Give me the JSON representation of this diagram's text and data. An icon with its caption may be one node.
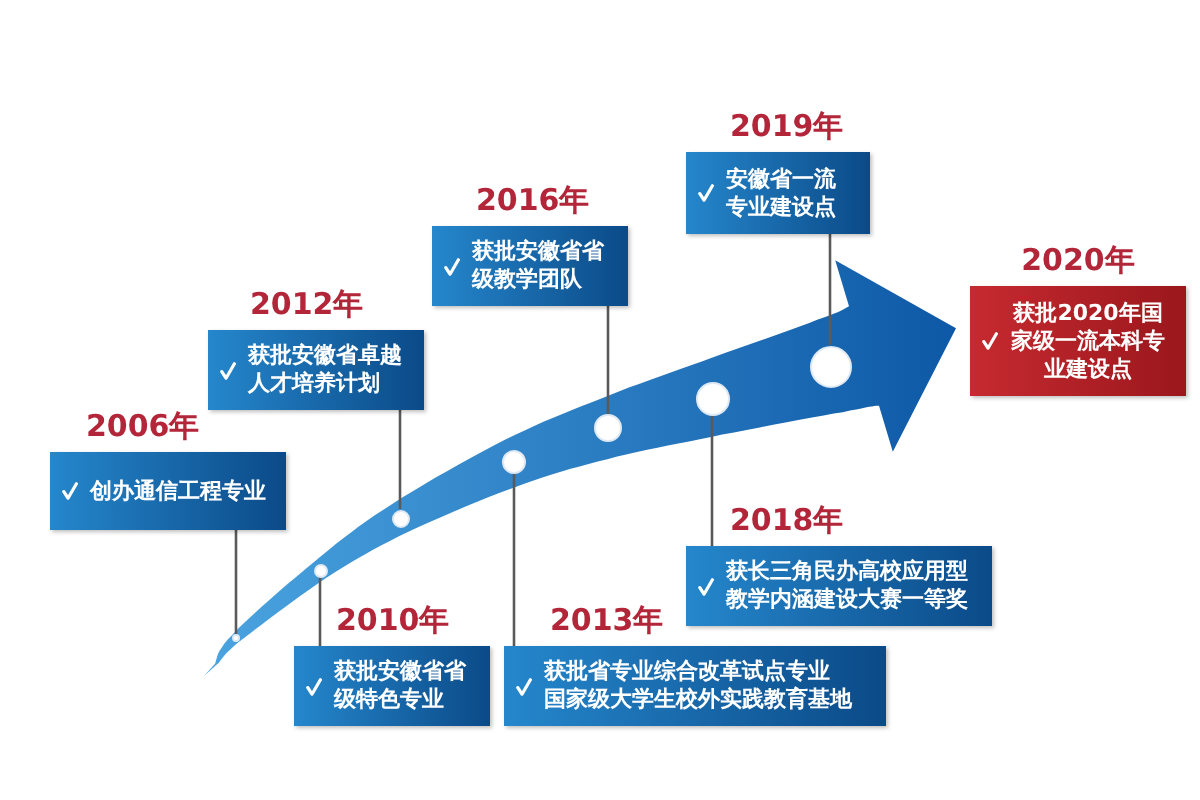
{
  "diagram": {
    "nodes": [
      {
        "text": [
          "2006年",
          "创办通信工程专业"
        ]
      },
      {
        "text": [
          "2010年",
          "获批安徽省省级特色专业"
        ]
      },
      {
        "text": [
          "2012年",
          "获批安徽省卓越人才培养计划"
        ]
      },
      {
        "text": [
          "2013年",
          "获批省专业综合改革试点专业",
          "国家级大学生校外实践教育基地"
        ]
      },
      {
        "text": [
          "2016年",
          "获批安徽省省级教学团队"
        ]
      },
      {
        "text": [
          "2018年",
          "获长三角民办高校应用型教学内涵建设大赛一等奖"
        ]
      },
      {
        "text": [
          "2019年",
          "安徽省一流专业建设点"
        ]
      },
      {
        "text": [
          "2020年",
          "获批2020年国家级一流本科专业建设点"
        ]
      },
      {
        "text": [],
        "shape": "circle"
      },
      {
        "text": [],
        "shape": "circle"
      },
      {
        "text": [],
        "shape": "circle"
      },
      {
        "text": [],
        "shape": "circle"
      },
      {
        "text": [],
        "shape": "circle"
      },
      {
        "text": [],
        "shape": "circle"
      },
      {
        "text": [],
        "shape": "circle"
      }
    ],
    "edges": [
      {
        "from": 0,
        "to": 8,
        "arrow": "none"
      },
      {
        "from": 1,
        "to": 9,
        "arrow": "none"
      },
      {
        "from": 2,
        "to": 10,
        "arrow": "none"
      },
      {
        "from": 3,
        "to": 11,
        "arrow": "none"
      },
      {
        "from": 4,
        "to": 12,
        "arrow": "none"
      },
      {
        "from": 5,
        "to": 13,
        "arrow": "none"
      },
      {
        "from": 6,
        "to": 14,
        "arrow": "none"
      }
    ]
  }
}
